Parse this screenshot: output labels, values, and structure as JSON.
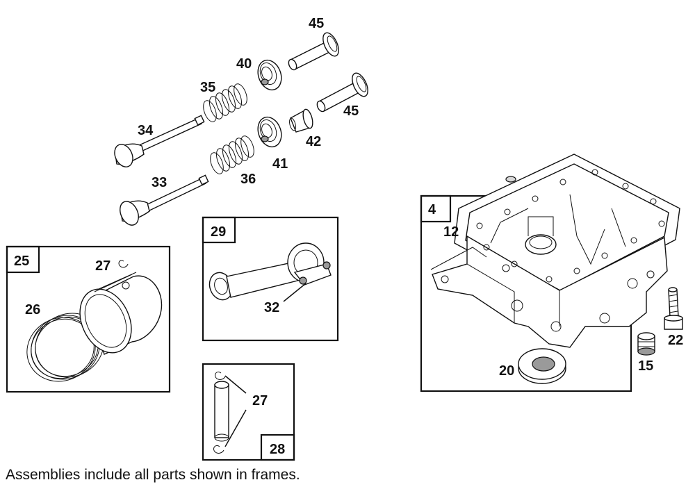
{
  "callouts": {
    "p45_top": "45",
    "p40": "40",
    "p35": "35",
    "p45_right": "45",
    "p34": "34",
    "p42": "42",
    "p41": "41",
    "p33": "33",
    "p36": "36",
    "p12": "12",
    "p27_piston": "27",
    "p26": "26",
    "p32": "32",
    "p22": "22",
    "p15": "15",
    "p20": "20",
    "p27_pin": "27"
  },
  "frames": {
    "f4": "4",
    "f25": "25",
    "f29": "29",
    "f28": "28"
  },
  "note": "Assemblies include all parts shown in frames."
}
